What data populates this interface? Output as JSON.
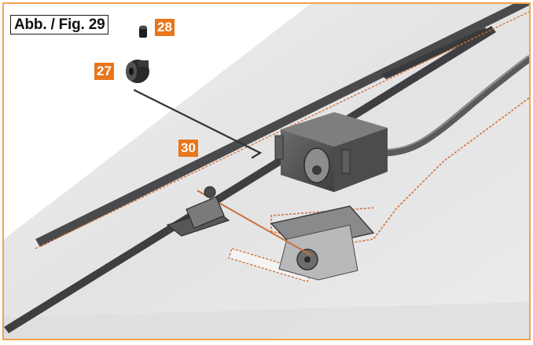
{
  "figure": {
    "label": "Abb. / Fig. 29"
  },
  "callouts": [
    {
      "id": "28",
      "text": "28",
      "part": "screw"
    },
    {
      "id": "27",
      "text": "27",
      "part": "clevis-connector"
    },
    {
      "id": "30",
      "text": "30",
      "part": "pushrod"
    }
  ],
  "colors": {
    "border": "#f5a14a",
    "badge": "#e8761c",
    "wing_surface": "#e6e6e7",
    "slot": "#4a4a4c",
    "dashed_outline": "#d2743a",
    "servo": "#5c5c5e"
  }
}
